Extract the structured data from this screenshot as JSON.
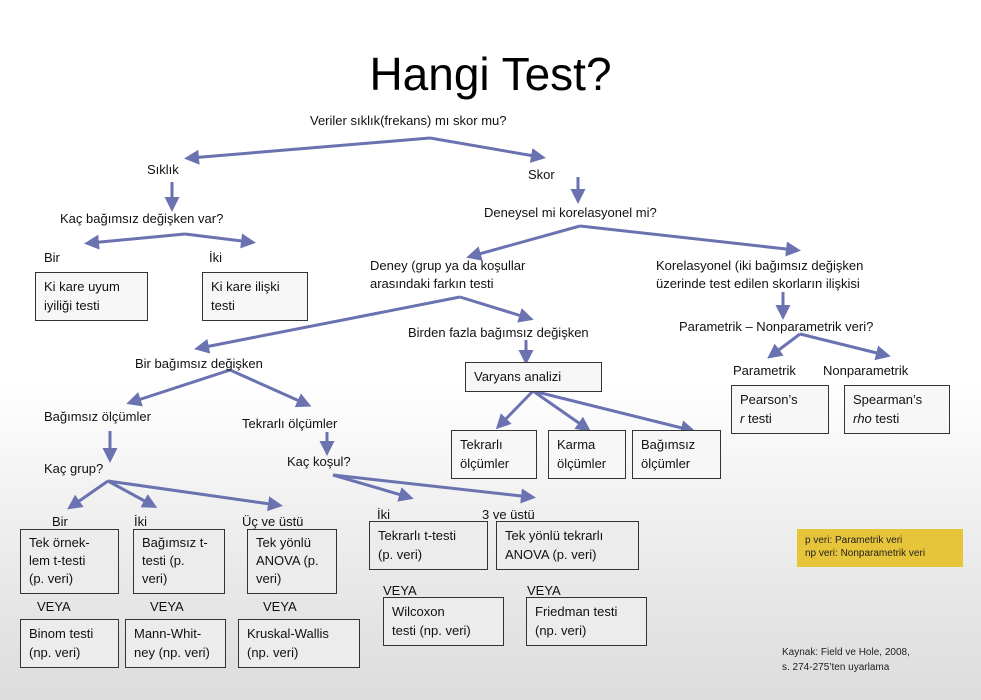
{
  "title": "Hangi Test?",
  "nodes": {
    "root": "Veriler sıklık(frekans) mı skor mu?",
    "siklik": "Sıklık",
    "skor": "Skor",
    "kac_bagimsiz": "Kaç bağımsız değişken  var?",
    "bir": "Bir",
    "iki": "İki",
    "deneysel": "Deneysel mi korelasyonel mi?",
    "deney_line1": "Deney (grup ya da koşullar",
    "deney_line2": "arasındaki farkın testi",
    "korel_line1": "Korelasyonel  (iki bağımsız değişken",
    "korel_line2": "üzerinde test edilen skorların ilişkisi",
    "birden_fazla": "Birden fazla bağımsız değişken",
    "param_nonparam": "Parametrik – Nonparametrik  veri?",
    "parametrik": "Parametrik",
    "nonparametrik": "Nonparametrik",
    "bir_bagimsiz": "Bir bağımsız değişken",
    "bagimsiz_olcumler": "Bağımsız ölçümler",
    "tekrarli_olcumler": "Tekrarlı ölçümler",
    "kac_grup": "Kaç grup?",
    "kac_kosul": "Kaç koşul?",
    "g_bir": "Bir",
    "g_iki": "İki",
    "g_uc": "Üç ve üstü",
    "k_iki": "İki",
    "k_uc": "3 ve üstü",
    "veya1": "VEYA",
    "veya2": "VEYA",
    "veya3": "VEYA",
    "veya4": "VEYA",
    "veya5": "VEYA"
  },
  "boxes": {
    "ki_kare_uyum": [
      "Ki kare uyum",
      "iyiliği testi"
    ],
    "ki_kare_iliski": [
      "Ki kare ilişki",
      "testi"
    ],
    "varyans": [
      "Varyans analizi"
    ],
    "tekrarli": [
      "Tekrarlı",
      "ölçümler"
    ],
    "karma": [
      "Karma",
      "ölçümler"
    ],
    "bagimsiz": [
      "Bağımsız",
      "ölçümler"
    ],
    "pearson": [
      "Pearson’s",
      "r",
      " testi"
    ],
    "spearman": [
      "Spearman’s",
      "rho",
      " testi"
    ],
    "tek_orneklem": [
      "Tek örnek-",
      "lem t-testi",
      "(p. veri)"
    ],
    "bagimsiz_t": [
      "Bağımsız t-",
      "testi (p.",
      "veri)"
    ],
    "tek_yonlu_anova": [
      "Tek yönlü",
      "ANOVA (p.",
      "veri)"
    ],
    "tekrarli_t": [
      "Tekrarlı t-testi",
      "(p. veri)"
    ],
    "tek_yonlu_tekrarli": [
      "Tek yönlü tekrarlı",
      "ANOVA (p. veri)"
    ],
    "binom": [
      "Binom testi",
      "(np. veri)"
    ],
    "mann_whitney": [
      "Mann-Whit-",
      "ney (np. veri)"
    ],
    "kruskal": [
      "Kruskal-Wallis",
      "(np. veri)"
    ],
    "wilcoxon": [
      "Wilcoxon",
      "testi (np. veri)"
    ],
    "friedman": [
      "Friedman testi",
      "(np. veri)"
    ]
  },
  "legend": [
    "p veri: Parametrik veri",
    "np veri: Nonparametrik veri"
  ],
  "source": [
    "Kaynak: Field ve Hole, 2008,",
    "s. 274-275’ten uyarlama"
  ],
  "colors": {
    "arrow": "#6b72b0",
    "legend_bg": "#e6c53a",
    "box_bg": "#ececec"
  }
}
